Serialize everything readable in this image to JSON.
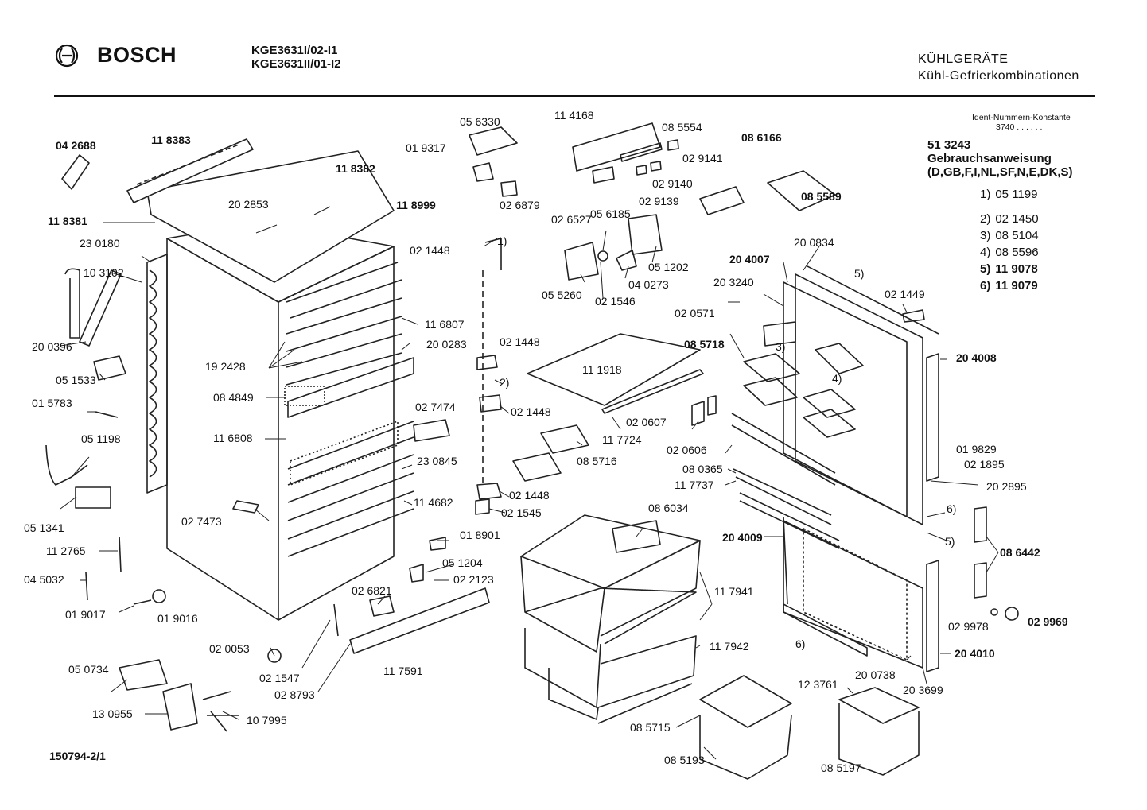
{
  "header": {
    "brand": "BOSCH",
    "models": [
      "KGE3631I/02-I1",
      "KGE3631II/01-I2"
    ],
    "category": "KÜHLGERÄTE",
    "subcategory": "Kühl-Gefrierkombinationen"
  },
  "ident": {
    "title": "Ident-Nummern-Konstante",
    "value": "3740  . .   . . . ."
  },
  "manual": {
    "number": "51 3243",
    "title": "Gebrauchsanweisung",
    "languages": "(D,GB,F,I,NL,SF,N,E,DK,S)"
  },
  "footnotes": [
    {
      "key": "1)",
      "part": "05 1199",
      "bold": false
    },
    {
      "key": "2)",
      "part": "02 1450",
      "bold": false
    },
    {
      "key": "3)",
      "part": "08 5104",
      "bold": false
    },
    {
      "key": "4)",
      "part": "08 5596",
      "bold": false
    },
    {
      "key": "5)",
      "part": "11 9078",
      "bold": true
    },
    {
      "key": "6)",
      "part": "11 9079",
      "bold": true
    }
  ],
  "footer": "150794-2/1",
  "labels": [
    "04 2688",
    "11 8383",
    "11 8382",
    "20 2853",
    "11 8999",
    "11 8381",
    "23 0180",
    "10 3102",
    "20 0396",
    "05 1533",
    "01 5783",
    "05 1198",
    "05 1341",
    "11 2765",
    "04 5032",
    "01 9017",
    "01 9016",
    "19 2428",
    "08 4849",
    "11 6807",
    "20 0283",
    "11 6808",
    "02 7473",
    "23 0845",
    "11 4682",
    "01 8901",
    "02 0053",
    "02 1547",
    "02 8793",
    "05 0734",
    "13 0955",
    "10 7995",
    "05 6330",
    "01 9317",
    "02 6879",
    "02 1448",
    "1)",
    "02 1448",
    "2)",
    "02 1448",
    "02 7474",
    "02 1448",
    "02 1545",
    "05 1204",
    "02 2123",
    "02 6821",
    "11 7591",
    "11 4168",
    "08 5554",
    "02 9141",
    "05 6185",
    "02 9140",
    "02 9139",
    "08 6166",
    "08 5589",
    "02 6527",
    "05 5260",
    "02 1546",
    "05 1202",
    "04 0273",
    "11 1918",
    "02 0607",
    "11 7724",
    "08 5716",
    "08 6034",
    "11 7941",
    "11 7942",
    "08 5715",
    "08 5193",
    "12 3761",
    "08 5197",
    "20 4007",
    "20 0834",
    "5)",
    "20 3240",
    "02 0571",
    "02 1449",
    "08 5718",
    "3)",
    "4)",
    "20 4008",
    "02 0606",
    "08 0365",
    "11 7737",
    "01 9829",
    "02 1895",
    "20 2895",
    "6)",
    "5)",
    "20 4009",
    "08 6442",
    "02 9978",
    "02 9969",
    "6)",
    "20 4010",
    "20 0738",
    "20 3699"
  ]
}
